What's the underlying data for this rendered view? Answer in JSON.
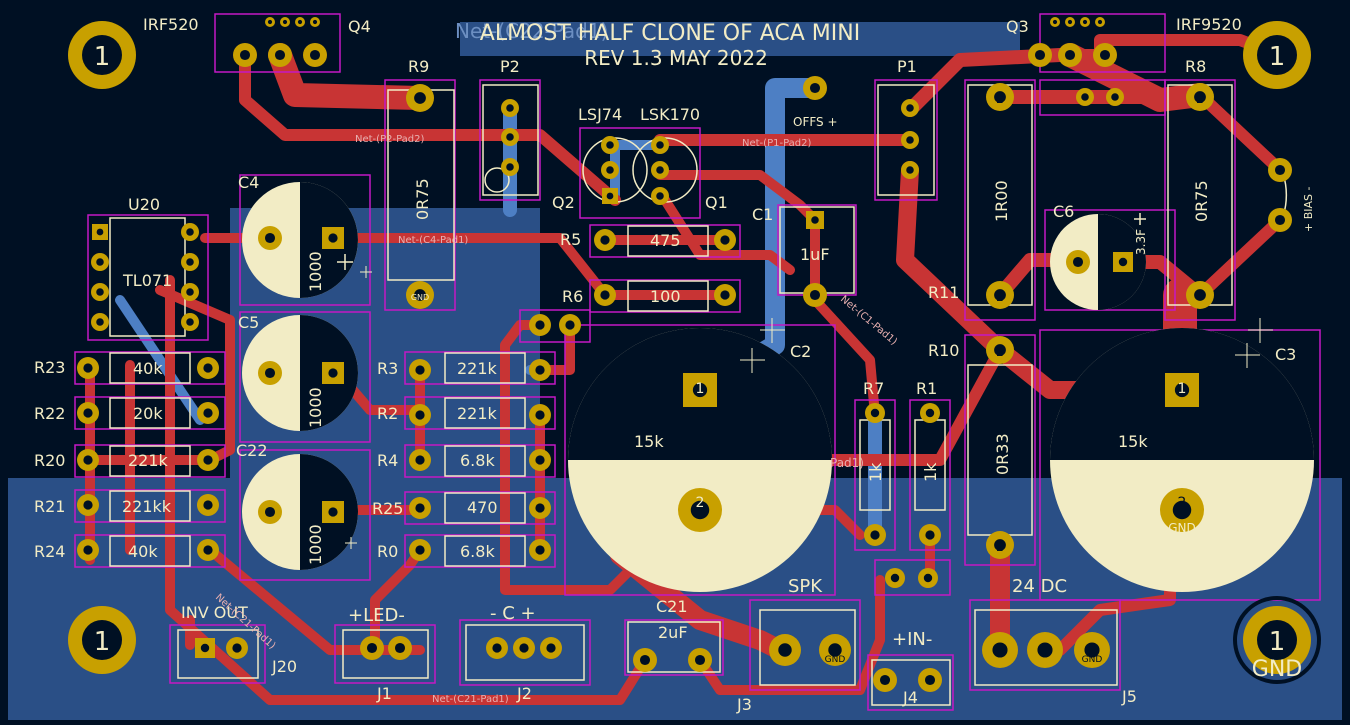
{
  "board": {
    "title_line1": "ALMOST HALF CLONE OF ACA MINI",
    "title_line2": "REV 1.3 MAY 2022",
    "ghost_title": "Net-(C22-Pad1)",
    "colors": {
      "background": "#001023",
      "front_copper": "#c83434",
      "back_copper": "#4d7fc4",
      "pad": "#c8a000",
      "silkscreen": "#f2ecc5",
      "courtyard": "#c418c4"
    }
  },
  "components": {
    "Q4": {
      "ref": "Q4",
      "value": "IRF520"
    },
    "Q3": {
      "ref": "Q3",
      "value": "IRF9520"
    },
    "R9": {
      "ref": "R9",
      "value": "0R75"
    },
    "P2": {
      "ref": "P2"
    },
    "P1": {
      "ref": "P1"
    },
    "R8": {
      "ref": "R8",
      "value": "0R75"
    },
    "R11": {
      "ref": "R11",
      "value": "1R00"
    },
    "R10": {
      "ref": "R10",
      "value": "0R33"
    },
    "Q2": {
      "ref": "Q2",
      "value": "LSJ74"
    },
    "Q1": {
      "ref": "Q1",
      "value": "LSK170"
    },
    "offs": {
      "label": "OFFS +"
    },
    "bias": {
      "label": "+ BIAS -"
    },
    "C1": {
      "ref": "C1",
      "value": "1uF"
    },
    "C4": {
      "ref": "C4",
      "value": "1000"
    },
    "C5": {
      "ref": "C5",
      "value": "1000"
    },
    "C22": {
      "ref": "C22",
      "value": "1000"
    },
    "C6": {
      "ref": "C6",
      "value": "3.3F"
    },
    "C2": {
      "ref": "C2",
      "value": "15k"
    },
    "C3": {
      "ref": "C3",
      "value": "15k"
    },
    "C21": {
      "ref": "C21",
      "value": "2uF"
    },
    "U20": {
      "ref": "U20",
      "value": "TL071"
    },
    "R5": {
      "ref": "R5",
      "value": "475"
    },
    "R6": {
      "ref": "R6",
      "value": "100"
    },
    "R3": {
      "ref": "R3",
      "value": "221k"
    },
    "R2": {
      "ref": "R2",
      "value": "221k"
    },
    "R4": {
      "ref": "R4",
      "value": "6.8k"
    },
    "R25": {
      "ref": "R25",
      "value": "470"
    },
    "R0": {
      "ref": "R0",
      "value": "6.8k"
    },
    "R23": {
      "ref": "R23",
      "value": "40k"
    },
    "R22": {
      "ref": "R22",
      "value": "20k"
    },
    "R20": {
      "ref": "R20",
      "value": "221k"
    },
    "R21": {
      "ref": "R21",
      "value": "221kk"
    },
    "R24": {
      "ref": "R24",
      "value": "40k"
    },
    "R7": {
      "ref": "R7",
      "value": "1k"
    },
    "R1": {
      "ref": "R1",
      "value": "1k"
    },
    "J20": {
      "ref": "J20",
      "label": "INV OUT"
    },
    "J1": {
      "ref": "J1",
      "label": "+LED-"
    },
    "J2": {
      "ref": "J2",
      "label": "- C +"
    },
    "J3": {
      "ref": "J3",
      "label": "SPK"
    },
    "J4": {
      "ref": "J4",
      "label": "+IN-"
    },
    "J5": {
      "ref": "J5",
      "label": "24 DC"
    }
  },
  "mounting_holes": {
    "pin": "1",
    "gnd_label": "GND"
  },
  "pad_text": {
    "one": "1",
    "two": "2",
    "gnd": "GND"
  },
  "nets": {
    "p2_pad2": "Net-(P2-Pad2)",
    "p1_pad2": "Net-(P1-Pad2)",
    "c4_pad1": "Net-(C4-Pad1)",
    "c1_pad1": "Net-(C1-Pad1)",
    "c21_pad1": "Net-(C21-Pad1)",
    "c21_pad1_b": "Net-(C21-Pad1)",
    "pad1_frag": "Pad1)"
  }
}
